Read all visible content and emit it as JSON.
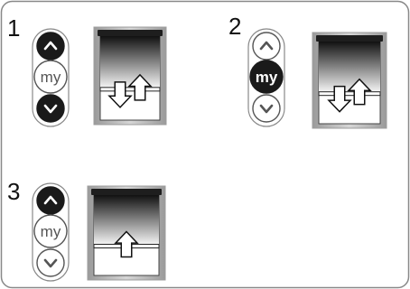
{
  "steps": [
    {
      "number": "1",
      "remote": {
        "up": "active",
        "my": "inactive",
        "down": "active",
        "my_label": "my"
      },
      "shade_arrows": [
        "down",
        "up"
      ]
    },
    {
      "number": "2",
      "remote": {
        "up": "inactive",
        "my": "active",
        "down": "inactive",
        "my_label": "my"
      },
      "shade_arrows": [
        "down",
        "up"
      ]
    },
    {
      "number": "3",
      "remote": {
        "up": "active",
        "my": "inactive",
        "down": "inactive",
        "my_label": "my"
      },
      "shade_arrows": [
        "up"
      ]
    }
  ],
  "colors": {
    "active": "#1a1a1a",
    "inactive_stroke": "#555555",
    "frame_border": "#888888",
    "shade_dark": "#111111",
    "shade_light": "#f2f2f2",
    "window_frame": "#bdbdbd"
  }
}
